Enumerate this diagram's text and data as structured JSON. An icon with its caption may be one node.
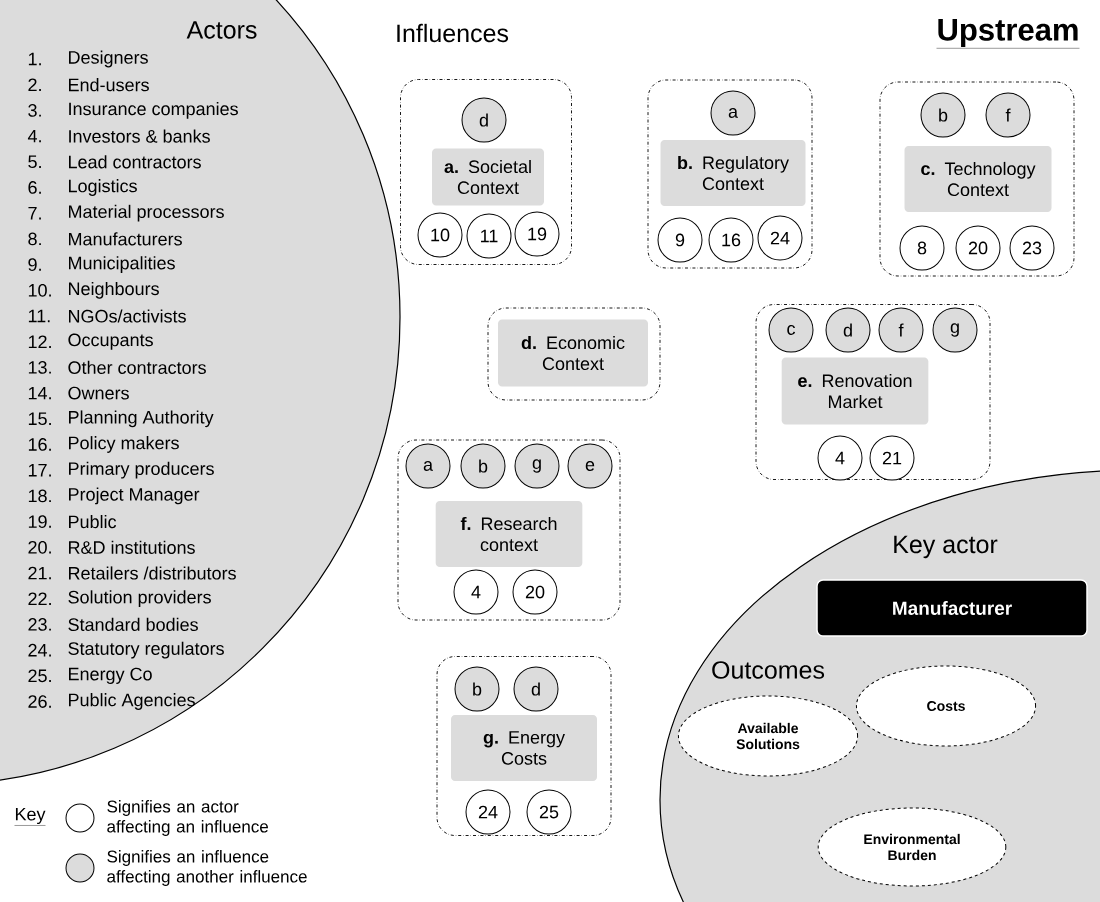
{
  "diagram": {
    "title": "Upstream",
    "nodes": [
      {
        "text": [
          "Actors",
          "1.",
          "Designers",
          "2.",
          "End-users",
          "3.",
          "Insurance companies",
          "4.",
          "Investors & banks",
          "5.",
          "Lead contractors",
          "6.",
          "Logistics",
          "7.",
          "Material processors",
          "8.",
          "Manufacturers",
          "9.",
          "Municipalities",
          "10.",
          "Neighbours",
          "11.",
          "NGOs/activists",
          "12.",
          "Occupants",
          "13.",
          "Other contractors",
          "14.",
          "Owners",
          "15.",
          "Planning Authority",
          "16.",
          "Policy makers",
          "17.",
          "Primary producers",
          "18.",
          "Project Manager",
          "19.",
          "Public",
          "20.",
          "R&D institutions",
          "21.",
          "Retailers /distributors",
          "22.",
          "Solution providers",
          "23.",
          "Standard bodies",
          "24.",
          "Statutory regulators",
          "25.",
          "Energy Co",
          "26.",
          "Public Agencies"
        ]
      },
      {
        "text": [],
        "shape": "box"
      },
      {
        "text": [
          "d"
        ],
        "in": 1
      },
      {
        "text": [
          "**a.** Societal Context"
        ],
        "in": 1
      },
      {
        "text": [
          "10"
        ],
        "in": 1
      },
      {
        "text": [
          "11"
        ],
        "in": 1
      },
      {
        "text": [
          "19"
        ],
        "in": 1
      },
      {
        "text": [],
        "shape": "box"
      },
      {
        "text": [
          "a"
        ],
        "in": 7
      },
      {
        "text": [
          "**b.** Regulatory Context"
        ],
        "in": 7
      },
      {
        "text": [
          "9"
        ],
        "in": 7
      },
      {
        "text": [
          "16"
        ],
        "in": 7
      },
      {
        "text": [
          "24"
        ],
        "in": 7
      },
      {
        "text": [],
        "shape": "box"
      },
      {
        "text": [
          "b"
        ],
        "in": 13
      },
      {
        "text": [
          "f"
        ],
        "in": 13
      },
      {
        "text": [
          "**c.** Technology Context"
        ],
        "in": 13
      },
      {
        "text": [
          "8"
        ],
        "in": 13
      },
      {
        "text": [
          "20"
        ],
        "in": 13
      },
      {
        "text": [
          "23"
        ],
        "in": 13
      },
      {
        "text": [],
        "shape": "box"
      },
      {
        "text": [
          "**d.** Economic Context"
        ],
        "in": 20
      },
      {
        "text": [],
        "shape": "box"
      },
      {
        "text": [
          "c"
        ],
        "in": 22
      },
      {
        "text": [
          "d"
        ],
        "in": 22
      },
      {
        "text": [
          "f"
        ],
        "in": 22
      },
      {
        "text": [
          "g"
        ],
        "in": 22
      },
      {
        "text": [
          "**e.** Renovation Market"
        ],
        "in": 22
      },
      {
        "text": [
          "4"
        ],
        "in": 22
      },
      {
        "text": [
          "21"
        ],
        "in": 22
      },
      {
        "text": [],
        "shape": "box"
      },
      {
        "text": [
          "a"
        ],
        "in": 30
      },
      {
        "text": [
          "b"
        ],
        "in": 30
      },
      {
        "text": [
          "g"
        ],
        "in": 30
      },
      {
        "text": [
          "e"
        ],
        "in": 30
      },
      {
        "text": [
          "**f.** Research context"
        ],
        "in": 30
      },
      {
        "text": [
          "4"
        ],
        "in": 30
      },
      {
        "text": [
          "20"
        ],
        "in": 30
      },
      {
        "text": [],
        "shape": "box"
      },
      {
        "text": [
          "b"
        ],
        "in": 38
      },
      {
        "text": [
          "d"
        ],
        "in": 38
      },
      {
        "text": [
          "**g.** Energy Costs"
        ],
        "in": 38
      },
      {
        "text": [
          "24"
        ],
        "in": 38
      },
      {
        "text": [
          "25"
        ],
        "in": 38
      },
      {
        "text": [
          "Key actor",
          "Outcomes"
        ]
      },
      {
        "text": [
          "Manufacturer"
        ],
        "in": 44
      },
      {
        "text": [
          "Available Solutions"
        ],
        "in": 44
      },
      {
        "text": [
          "Costs"
        ],
        "in": 44
      },
      {
        "text": [
          "Environmental Burden"
        ],
        "in": 44
      }
    ],
    "labels": [
      "Influences",
      "Key"
    ],
    "legend": [
      {
        "text": "Signifies an actor affecting an influence"
      },
      {
        "text": "Signifies an influence affecting another influence"
      }
    ]
  }
}
